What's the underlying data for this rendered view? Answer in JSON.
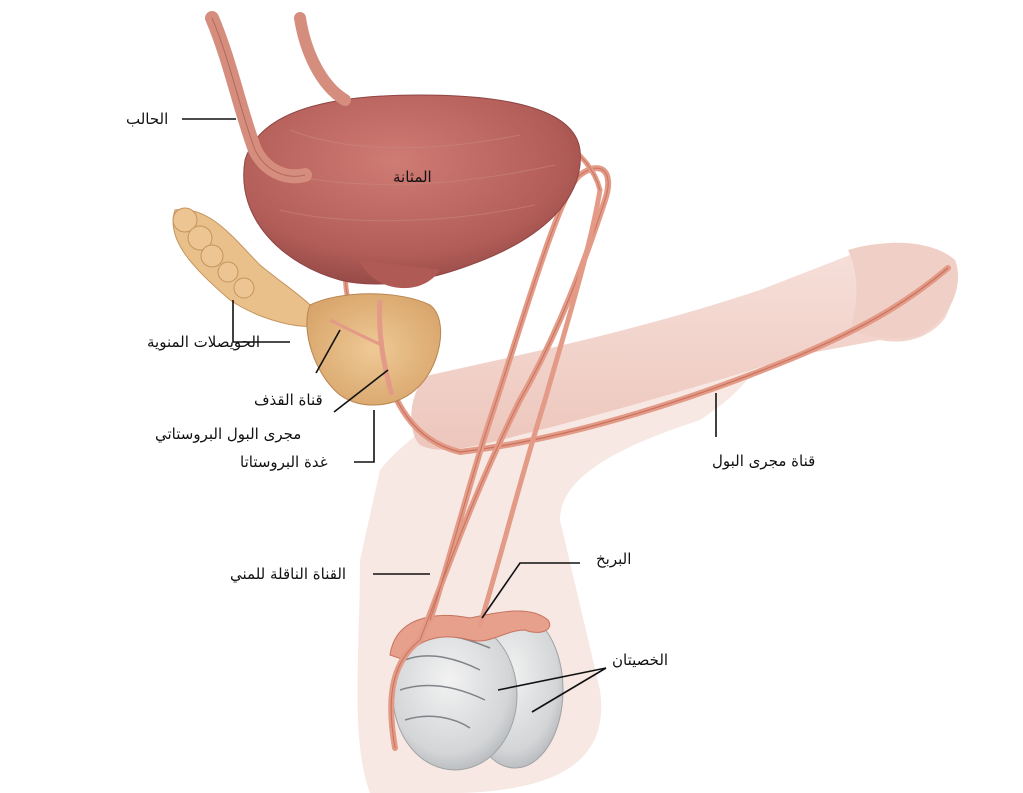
{
  "labels": {
    "ureter": "الحالب",
    "bladder": "المثانة",
    "seminal_vesicles": "الحويصلات المنوية",
    "ejaculatory_duct": "قناة القذف",
    "prostatic_urethra": "مجرى البول البروستاتي",
    "prostate": "غدة البروستاتا",
    "urethra": "قناة مجرى البول",
    "vas_deferens": "القناة الناقلة للمني",
    "epididymis": "البربخ",
    "testes": "الخصيتان"
  },
  "colors": {
    "bladder": "#b8615c",
    "prostate": "#e2b57f",
    "vesicles": "#e4b883",
    "penis": "#f3d3ca",
    "duct": "#e19984",
    "testis": "#d4d6d8",
    "leader": "#111111"
  }
}
